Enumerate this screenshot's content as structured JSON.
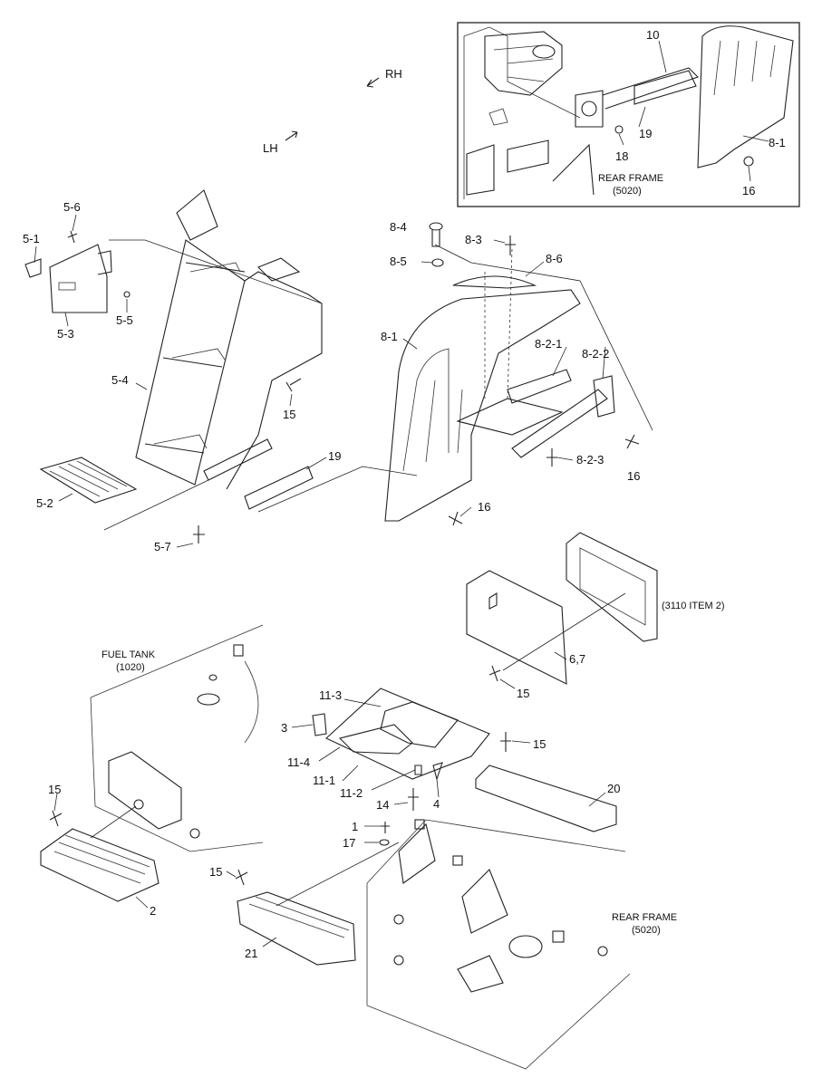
{
  "directions": {
    "rh": "RH",
    "lh": "LH"
  },
  "inset": {
    "frame_label": "REAR FRAME",
    "frame_code": "(5020)",
    "callouts": [
      "10",
      "19",
      "18",
      "8-1",
      "16"
    ]
  },
  "notes": {
    "fuel_tank": "FUEL TANK",
    "fuel_tank_code": "(1020)",
    "rear_frame": "REAR FRAME",
    "rear_frame_code": "(5020)",
    "ref_3110": "(3110 ITEM 2)"
  },
  "callouts": {
    "c5_6": "5-6",
    "c5_1": "5-1",
    "c5_3": "5-3",
    "c5_5": "5-5",
    "c5_4": "5-4",
    "c15_a": "15",
    "c5_2": "5-2",
    "c5_7": "5-7",
    "c19": "19",
    "c8_4": "8-4",
    "c8_3": "8-3",
    "c8_5": "8-5",
    "c8_6": "8-6",
    "c8_1": "8-1",
    "c8_2_1": "8-2-1",
    "c8_2_2": "8-2-2",
    "c8_2_3": "8-2-3",
    "c16_a": "16",
    "c16_b": "16",
    "c6_7": "6,7",
    "c15_b": "15",
    "c11_3": "11-3",
    "c3": "3",
    "c11_4": "11-4",
    "c11_1": "11-1",
    "c11_2": "11-2",
    "c14": "14",
    "c4": "4",
    "c15_c": "15",
    "c20": "20",
    "c1": "1",
    "c17": "17",
    "c15_d": "15",
    "c2": "2",
    "c15_e": "15",
    "c21": "21"
  }
}
